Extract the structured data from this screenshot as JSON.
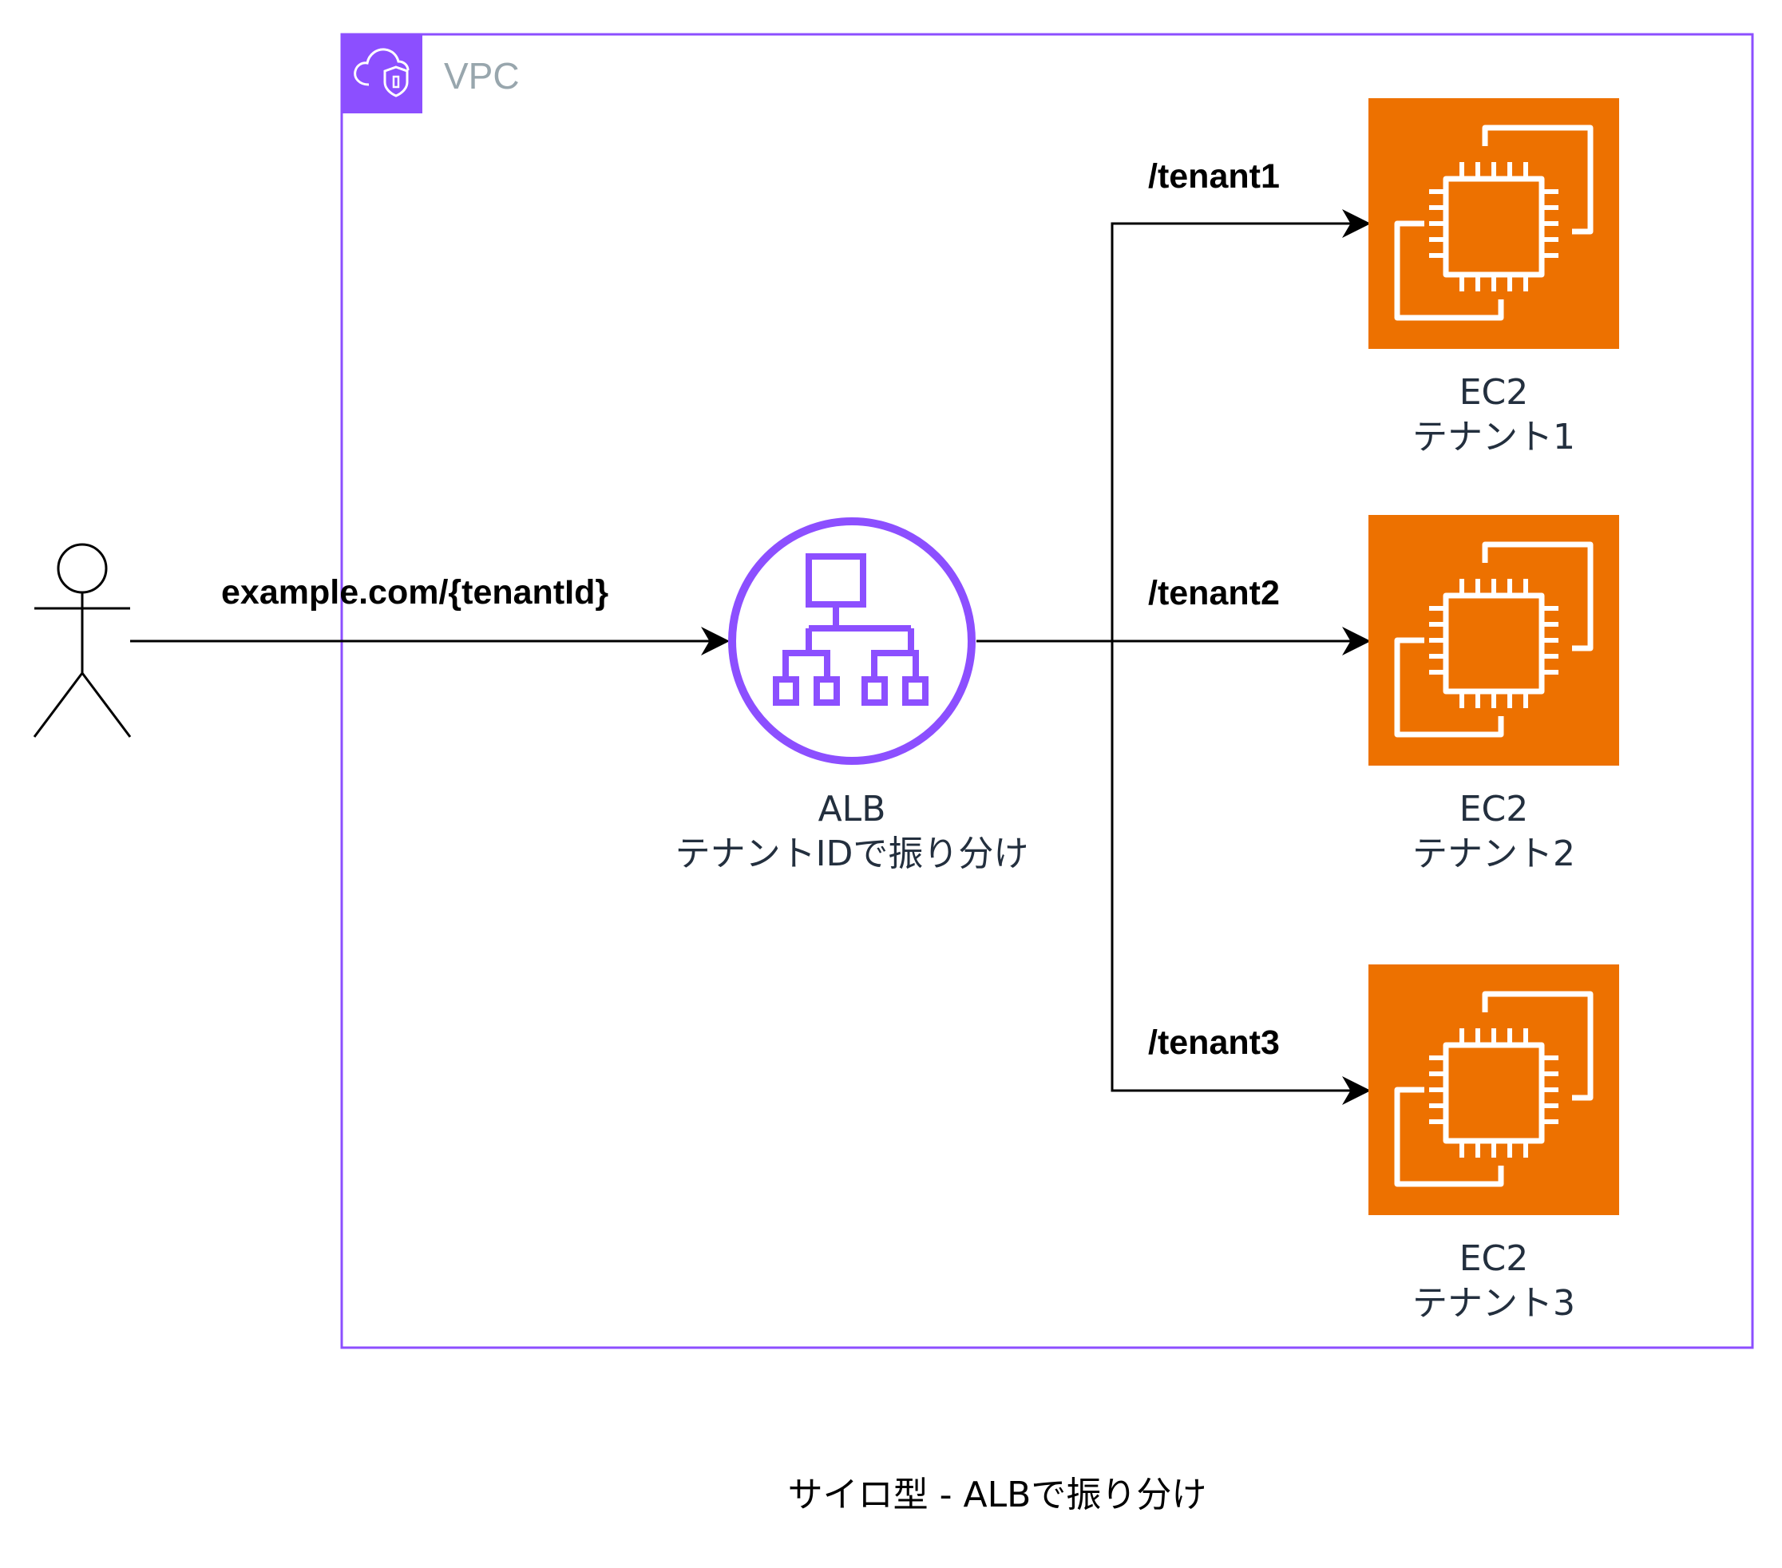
{
  "vpc": {
    "label": "VPC"
  },
  "user": {
    "request_label": "example.com/{tenantId}"
  },
  "alb": {
    "name": "ALB",
    "description": "テナントIDで振り分け"
  },
  "routes": [
    {
      "path": "/tenant1",
      "target_name": "EC2",
      "target_description": "テナント1"
    },
    {
      "path": "/tenant2",
      "target_name": "EC2",
      "target_description": "テナント2"
    },
    {
      "path": "/tenant3",
      "target_name": "EC2",
      "target_description": "テナント3"
    }
  ],
  "caption": "サイロ型 - ALBで振り分け",
  "colors": {
    "vpc_border": "#8c4fff",
    "alb": "#8c4fff",
    "ec2": "#ed7100",
    "line": "#000000"
  }
}
